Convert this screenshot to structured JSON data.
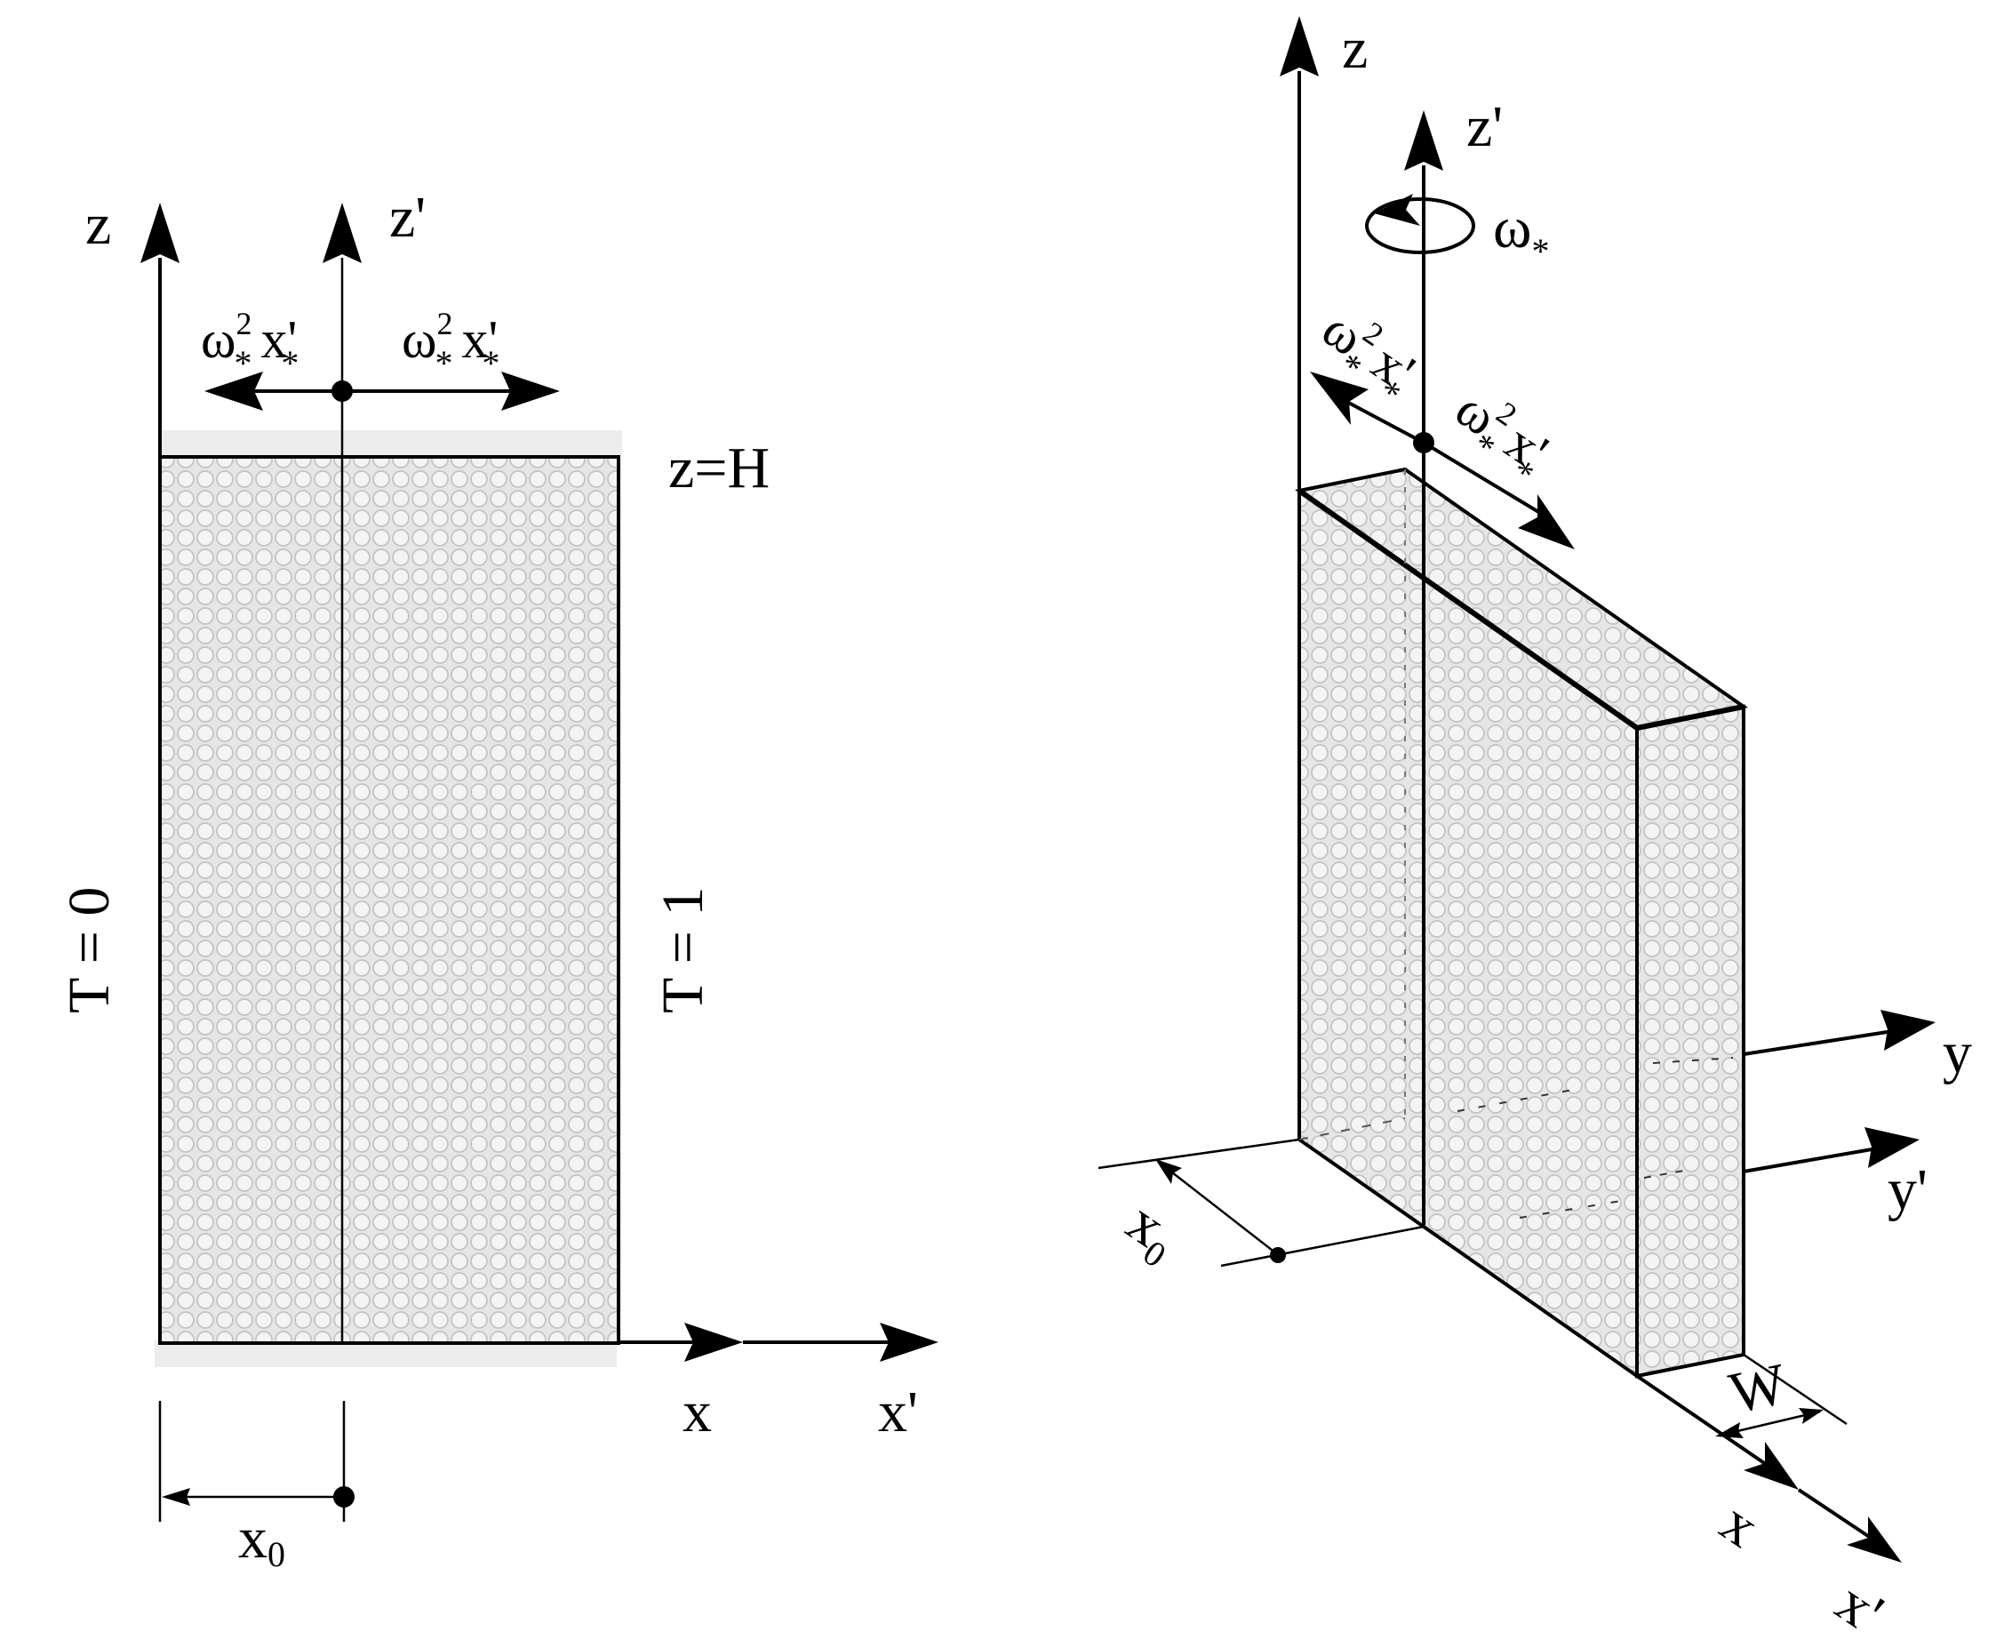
{
  "left_panel": {
    "axis_z": "z",
    "axis_z_prime": "z'",
    "axis_x": "x",
    "axis_x_prime": "x'",
    "top_label": "z=H",
    "left_wall": "T = 0",
    "right_wall": "T = 1",
    "force_left": {
      "base": "ω",
      "sub": "*",
      "sup": "2",
      "tail": "x'",
      "tail_sub": "*"
    },
    "force_right": {
      "base": "ω",
      "sub": "*",
      "sup": "2",
      "tail": "x'",
      "tail_sub": "*"
    },
    "offset": {
      "base": "x",
      "sub": "0"
    }
  },
  "right_panel": {
    "axis_z": "z",
    "axis_z_prime": "z'",
    "rotation": {
      "base": "ω",
      "sub": "*"
    },
    "axis_y": "y",
    "axis_y_prime": "y'",
    "axis_x": "x",
    "axis_x_prime": "x'",
    "width_label": "W",
    "force_left": {
      "base": "ω",
      "sub": "*",
      "sup": "2",
      "tail": "x'",
      "tail_sub": "*"
    },
    "force_right": {
      "base": "ω",
      "sub": "*",
      "sup": "2",
      "tail": "x'",
      "tail_sub": "*"
    },
    "offset": {
      "base": "x",
      "sub": "0"
    }
  },
  "colors": {
    "line": "#000000",
    "porous_fill": "#e6e6e6",
    "porous_circle": "#c8c8c8",
    "shadow": "#ececec"
  }
}
